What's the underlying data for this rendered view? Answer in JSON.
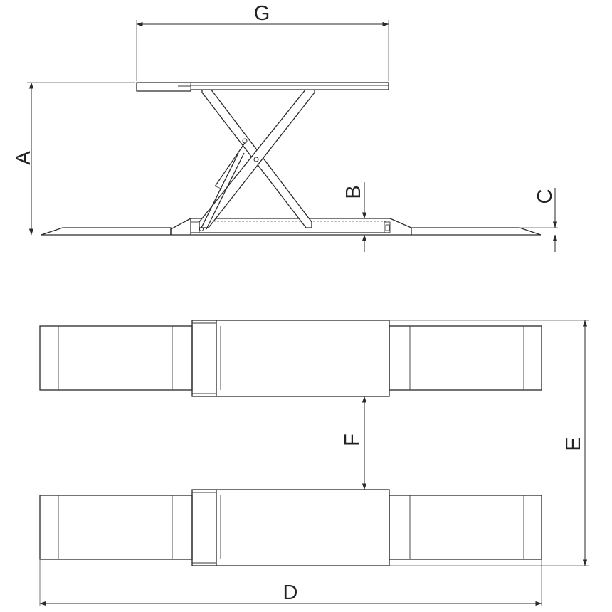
{
  "diagram": {
    "labels": {
      "A": "A",
      "B": "B",
      "C": "C",
      "D": "D",
      "E": "E",
      "F": "F",
      "G": "G"
    },
    "colors": {
      "line": "#2a2a2a",
      "background": "#ffffff"
    }
  }
}
